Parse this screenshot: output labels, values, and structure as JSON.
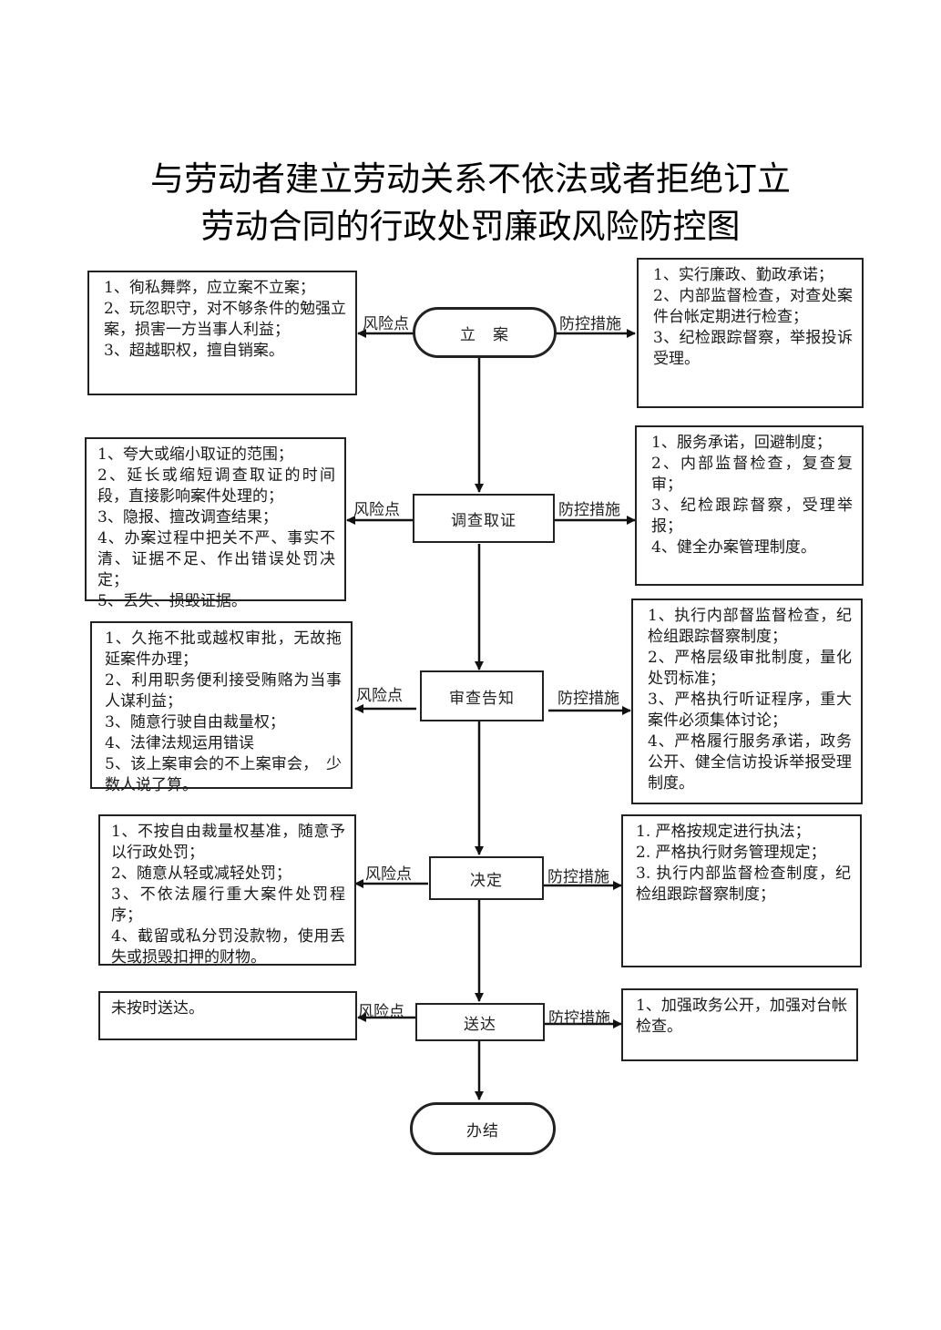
{
  "title": {
    "line1": "与劳动者建立劳动关系不依法或者拒绝订立",
    "line2": "劳动合同的行政处罚廉政风险防控图"
  },
  "labels": {
    "risk": "风险点",
    "control": "防控措施"
  },
  "steps": [
    {
      "name": "立　案",
      "shape": "terminal",
      "risks": [
        "1、徇私舞弊，应立案不立案；",
        "2、玩忽职守，对不够条件的勉强立案，损害一方当事人利益；",
        "3、超越职权，擅自销案。"
      ],
      "controls": [
        "1、实行廉政、勤政承诺；",
        "2、内部监督检查，对查处案件台帐定期进行检查；",
        "3、纪检跟踪督察，举报投诉受理。"
      ]
    },
    {
      "name": "调查取证",
      "shape": "process",
      "risks": [
        "1、夸大或缩小取证的范围；",
        "2、延长或缩短调查取证的时间段，直接影响案件处理的；",
        "3、隐报、擅改调查结果；",
        "4、办案过程中把关不严、事实不清、证据不足、作出错误处罚决定；",
        "5、丢失、损毁证据。"
      ],
      "controls": [
        "1、服务承诺，回避制度；",
        "2、内部监督检查，复查复审；",
        "3、纪检跟踪督察，受理举报；",
        "4、健全办案管理制度。"
      ]
    },
    {
      "name": "审查告知",
      "shape": "process",
      "risks": [
        "1、久拖不批或越权审批，无故拖延案件办理；",
        "2、利用职务便利接受贿赂为当事人谋利益；",
        "3、随意行驶自由裁量权；",
        "4、法律法规运用错误",
        "5、该上案审会的不上案审会，　少数人说了算。"
      ],
      "controls": [
        "1、执行内部督监督检查，纪检组跟踪督察制度；",
        "2、严格层级审批制度，量化处罚标准；",
        "3、严格执行听证程序，重大案件必须集体讨论；",
        "4、严格履行服务承诺，政务公开、健全信访投诉举报受理制度。"
      ]
    },
    {
      "name": "决定",
      "shape": "process",
      "risks": [
        "1、不按自由裁量权基准，随意予以行政处罚；",
        "2、随意从轻或减轻处罚；",
        "3、不依法履行重大案件处罚程序；",
        "4、截留或私分罚没款物，使用丢失或损毁扣押的财物。"
      ],
      "controls": [
        "1. 严格按规定进行执法；",
        "2. 严格执行财务管理规定；",
        "3. 执行内部监督检查制度，纪检组跟踪督察制度；"
      ]
    },
    {
      "name": "送达",
      "shape": "process",
      "risks": [
        "未按时送达。"
      ],
      "controls": [
        "1、加强政务公开，加强对台帐检查。"
      ]
    }
  ],
  "end": {
    "name": "办结",
    "shape": "terminal"
  }
}
